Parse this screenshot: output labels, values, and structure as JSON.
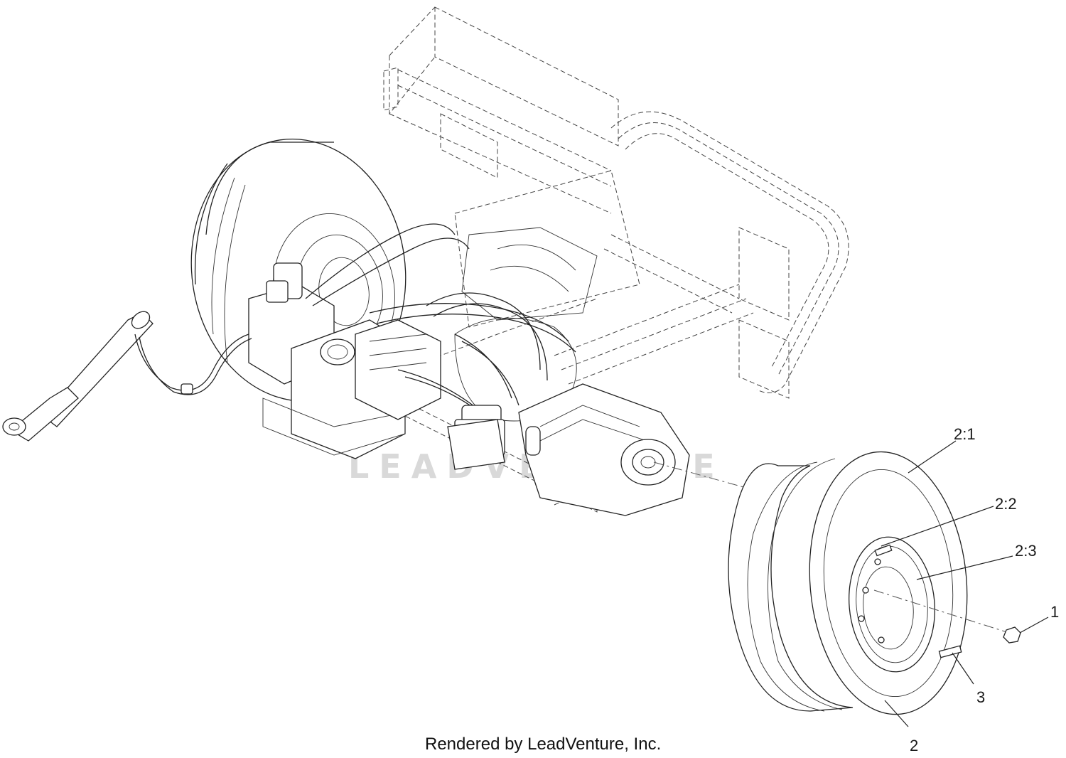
{
  "diagram": {
    "callouts": [
      {
        "id": "c-2-1",
        "text": "2:1"
      },
      {
        "id": "c-2-2",
        "text": "2:2"
      },
      {
        "id": "c-2-3",
        "text": "2:3"
      },
      {
        "id": "c-1",
        "text": "1"
      },
      {
        "id": "c-3",
        "text": "3"
      },
      {
        "id": "c-2",
        "text": "2"
      }
    ],
    "footer": "Rendered by LeadVenture, Inc.",
    "watermark": "LEADVENTURE",
    "colors": {
      "line": "#222222",
      "background": "#ffffff",
      "watermark": "#d9d9d9"
    }
  }
}
